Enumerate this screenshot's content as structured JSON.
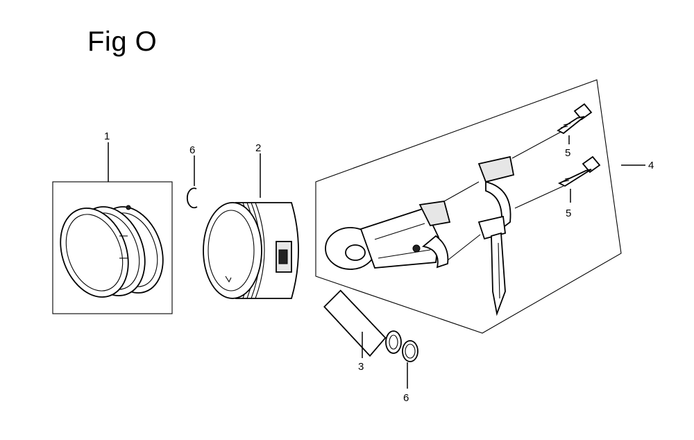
{
  "figure": {
    "title": "Fig O"
  },
  "callouts": {
    "piston_rings": "1",
    "piston": "2",
    "piston_pin": "3",
    "connecting_rod_set": "4",
    "rod_bolt_upper": "5",
    "rod_bolt_lower": "5",
    "pin_clip_upper": "6",
    "pin_clip_lower": "6"
  }
}
